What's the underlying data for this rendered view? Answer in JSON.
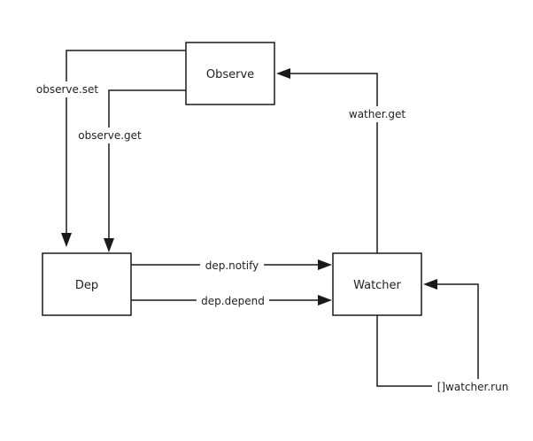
{
  "nodes": {
    "observe": "Observe",
    "dep": "Dep",
    "watcher": "Watcher"
  },
  "edges": {
    "observe_set": "observe.set",
    "observe_get": "observe.get",
    "wather_get": "wather.get",
    "dep_notify": "dep.notify",
    "dep_depend": "dep.depend",
    "watcher_run": "[]watcher.run"
  },
  "colors": {
    "stroke": "#1a1a1a",
    "text": "#222222",
    "background": "#ffffff"
  }
}
